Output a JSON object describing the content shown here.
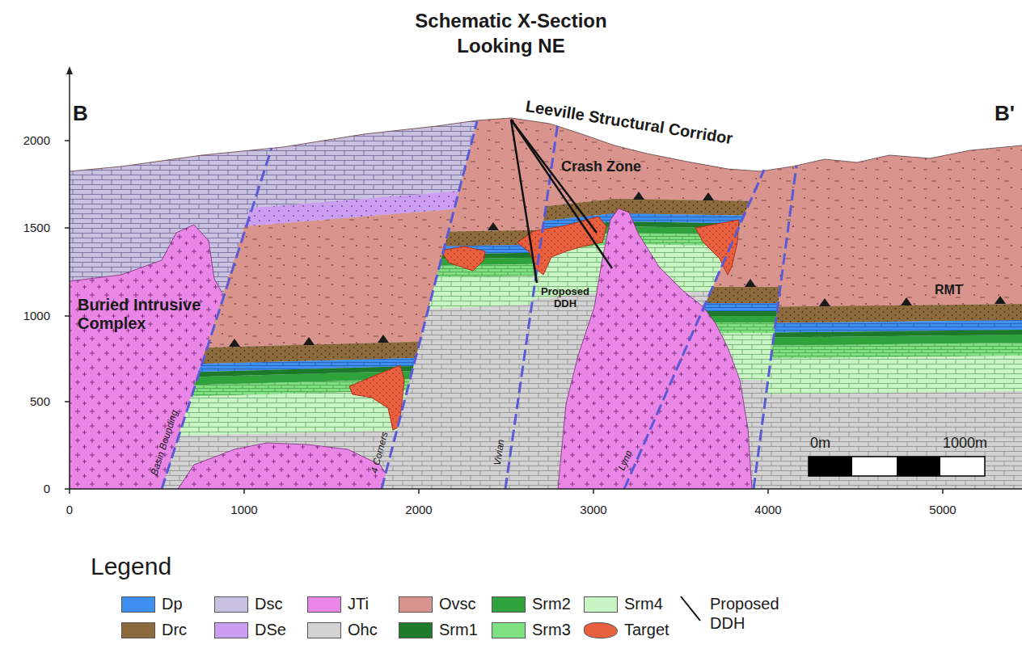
{
  "diagram": {
    "title": "Schematic X-Section Looking NE",
    "labels": [
      "B",
      "B'",
      "Leeville Structural Corridor",
      "Crash Zone",
      "Buried Intrusive Complex",
      "Proposed DDH",
      "RMT",
      "Basin Bounding",
      "4 Corners",
      "Vivian",
      "Lynn",
      "0m",
      "1000m",
      "2000",
      "1500",
      "1000",
      "500",
      "0",
      "0",
      "1000",
      "2000",
      "3000",
      "4000",
      "5000",
      "Legend"
    ],
    "legend": [
      {
        "text": "Dp",
        "color": "#3f8ff0"
      },
      {
        "text": "Dsc",
        "color": "#c9c1e0"
      },
      {
        "text": "JTi",
        "color": "#e986e6"
      },
      {
        "text": "Ovsc",
        "color": "#d9958d"
      },
      {
        "text": "Srm2",
        "color": "#2fa23c"
      },
      {
        "text": "Srm4",
        "color": "#c9f5c4"
      },
      {
        "text": "Proposed DDH"
      },
      {
        "text": "Drc",
        "color": "#8d6a3c"
      },
      {
        "text": "DSe",
        "color": "#cc9ef2"
      },
      {
        "text": "Ohc",
        "color": "#d2d2d2"
      },
      {
        "text": "Srm1",
        "color": "#1c7a2a"
      },
      {
        "text": "Srm3",
        "color": "#7fe07f"
      },
      {
        "text": "Target",
        "color": "#e8603f"
      }
    ]
  }
}
